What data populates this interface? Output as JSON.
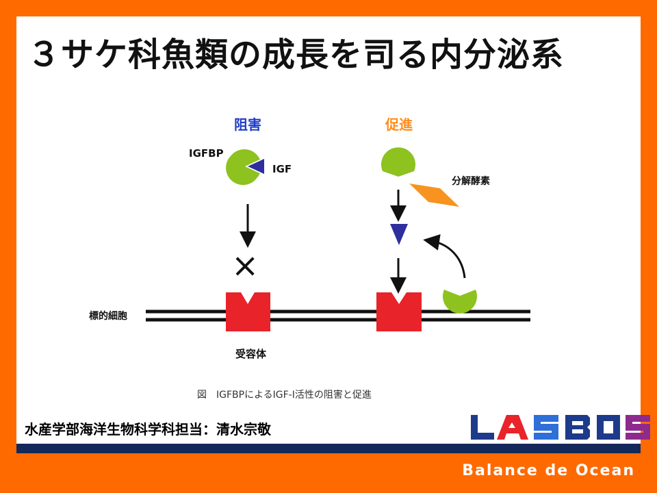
{
  "title": "３サケ科魚類の成長を司る内分泌系",
  "diagram": {
    "inhibit_label": "阻害",
    "promote_label": "促進",
    "igfbp_label": "IGFBP",
    "igf_label": "IGF",
    "enzyme_label": "分解酵素",
    "target_cell_label": "標的細胞",
    "receptor_label": "受容体",
    "block_mark": "×",
    "caption": "図　IGFBPによるIGF-I活性の阻害と促進",
    "colors": {
      "inhibit_text": "#1E3CC8",
      "promote_text": "#FF8C1A",
      "igfbp": "#8DC21F",
      "igf": "#2E2E9E",
      "enzyme": "#F7931E",
      "receptor": "#E8232A"
    }
  },
  "author": "水産学部海洋生物科学科担当：清水宗敬",
  "logo": {
    "text": "LASBOS",
    "colors": [
      "#1E3A8A",
      "#E8232A",
      "#2E6FD8",
      "#1E3A8A",
      "#1E3A8A",
      "#8E2A8E"
    ]
  },
  "footer": "Balance de Ocean"
}
